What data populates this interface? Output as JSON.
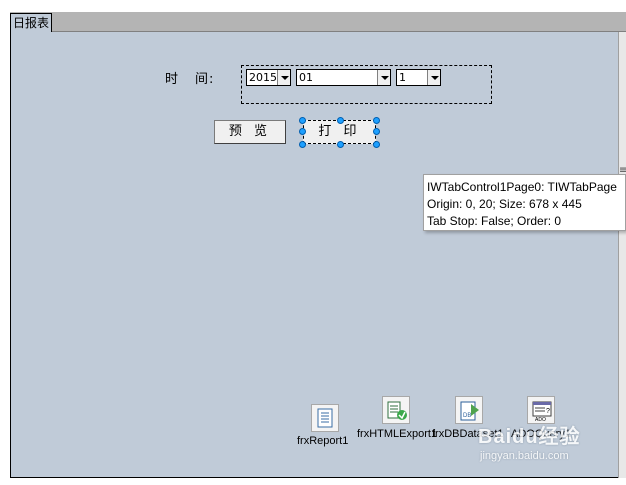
{
  "tab": {
    "label": "日报表"
  },
  "form": {
    "time_label_a": "时",
    "time_label_b": "间:",
    "year": {
      "value": "2015"
    },
    "month": {
      "value": "01"
    },
    "day": {
      "value": "1"
    },
    "preview_button": "预 览",
    "print_button": "打 印"
  },
  "tooltip": {
    "line1": "IWTabControl1Page0: TIWTabPage",
    "line2": "Origin: 0, 20; Size: 678 x 445",
    "line3": "Tab Stop: False; Order: 0"
  },
  "components": [
    {
      "label": "frxReport1",
      "icon": "report-icon"
    },
    {
      "label": "frxHTMLExport1",
      "icon": "html-export-icon"
    },
    {
      "label": "frxDBDataset1",
      "icon": "db-dataset-icon"
    },
    {
      "label": "ADOQuery1",
      "icon": "ado-query-icon"
    }
  ],
  "watermark": {
    "main": "Baidu经验",
    "sub": "jingyan.baidu.com"
  },
  "side": {
    "glyph": "≡"
  }
}
